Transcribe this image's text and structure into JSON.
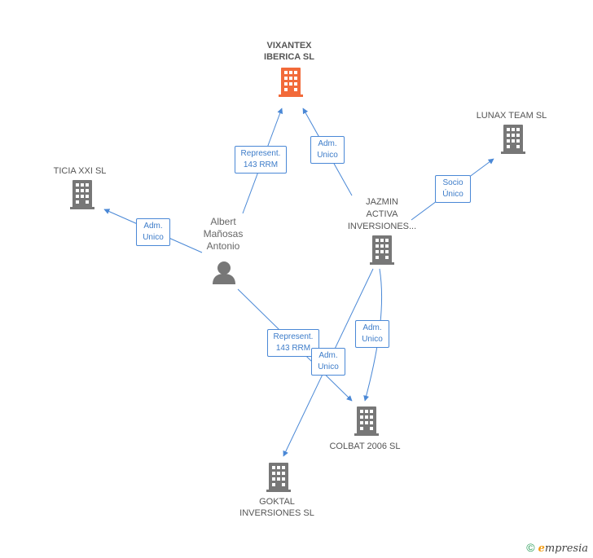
{
  "nodes": {
    "vixantex": {
      "label_line1": "VIXANTEX",
      "label_line2": "IBERICA SL",
      "icon": "building-icon",
      "color": "#f26a3a"
    },
    "lunax": {
      "label": "LUNAX TEAM SL",
      "icon": "building-icon",
      "color": "#777777"
    },
    "ticia": {
      "label": "TICIA XXI SL",
      "icon": "building-icon",
      "color": "#777777"
    },
    "albert": {
      "label_line1": "Albert",
      "label_line2": "Mañosas",
      "label_line3": "Antonio",
      "icon": "person-icon",
      "color": "#777777"
    },
    "jazmin": {
      "label_line1": "JAZMIN",
      "label_line2": "ACTIVA",
      "label_line3": "INVERSIONES...",
      "icon": "building-icon",
      "color": "#777777"
    },
    "colbat": {
      "label": "COLBAT 2006 SL",
      "icon": "building-icon",
      "color": "#777777"
    },
    "goktal": {
      "label_line1": "GOKTAL",
      "label_line2": "INVERSIONES SL",
      "icon": "building-icon",
      "color": "#777777"
    }
  },
  "edges": {
    "albert_vixantex": {
      "line1": "Represent.",
      "line2": "143 RRM"
    },
    "jazmin_vixantex": {
      "line1": "Adm.",
      "line2": "Unico"
    },
    "jazmin_lunax": {
      "line1": "Socio",
      "line2": "Único"
    },
    "albert_ticia": {
      "line1": "Adm.",
      "line2": "Unico"
    },
    "albert_colbat": {
      "line1": "Represent.",
      "line2": "143 RRM"
    },
    "jazmin_goktal": {
      "line1": "Adm.",
      "line2": "Unico"
    },
    "jazmin_colbat": {
      "line1": "Adm.",
      "line2": "Unico"
    }
  },
  "footer": {
    "copyright": "©",
    "brand_initial": "e",
    "brand_rest": "mpresia"
  },
  "colors": {
    "edge": "#4a88d6",
    "main_node": "#f26a3a",
    "node": "#777777"
  }
}
